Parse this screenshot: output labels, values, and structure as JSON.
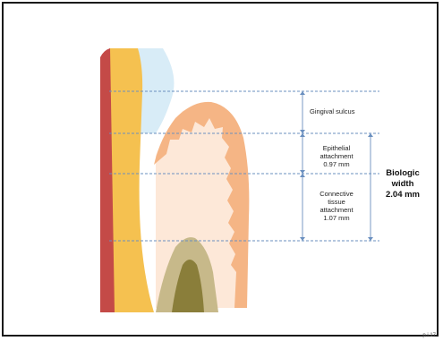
{
  "labels": {
    "sulcus": "Gingival sulcus",
    "epithelial": [
      "Epithelial",
      "attachment",
      "0.97 mm"
    ],
    "connective": [
      "Connective",
      "tissue",
      "attachment",
      "1.07 mm"
    ],
    "biologic": [
      "Biologic",
      "width",
      "2.04 mm"
    ]
  },
  "corner_code": "p.i.17",
  "colors": {
    "enamel_root": "#f5c150",
    "dentin_edge": "#c44a47",
    "gingiva": "#f5b585",
    "connective": "#fde8d8",
    "sulcus_fluid": "#d8ecf7",
    "bone_outer": "#c7b98a",
    "bone_inner": "#8a7e3a",
    "dashed_line": "#6a8fbf"
  }
}
